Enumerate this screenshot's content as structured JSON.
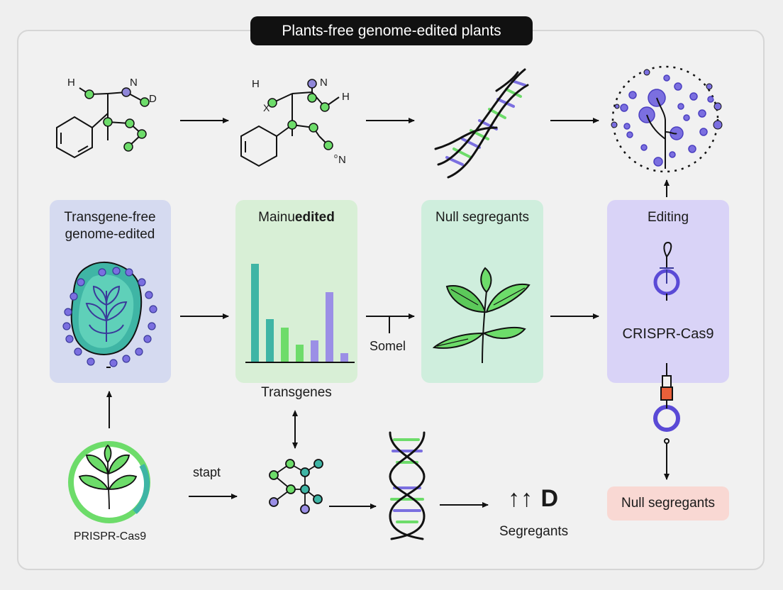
{
  "title": "Plants-free genome-edited plants",
  "panels": {
    "p1": {
      "label_line1": "Transgene-free",
      "label_line2": "genome-edited"
    },
    "p2": {
      "label_part1": "Mainu",
      "label_part2": "edited",
      "below": "Transgenes"
    },
    "p3": {
      "label": "Null segregants",
      "arrow_label": "Somel"
    },
    "p4": {
      "label": "Editing",
      "center": "CRISPR-Cas9"
    }
  },
  "molecules": {
    "m1": {
      "h": "H",
      "n": "N",
      "d": "D"
    },
    "m2": {
      "h": "H",
      "x": "X",
      "n": "N",
      "h2": "H",
      "n2": "N",
      "sup": "o"
    }
  },
  "bottom": {
    "plant_label": "PRISPR-Cas9",
    "arrow_label": "stapt",
    "segregants_symbols": "↑↑ D",
    "segregants_label": "Segregants",
    "null_box": "Null segregants"
  },
  "colors": {
    "panel_blue": "#d5daf0",
    "panel_green": "#d8efd6",
    "panel_teal": "#cfeedd",
    "panel_purple": "#d9d3f7",
    "green": "#6ddc6a",
    "purple": "#7b6fe0",
    "teal": "#3fb5a5",
    "orange": "#e8603a"
  }
}
